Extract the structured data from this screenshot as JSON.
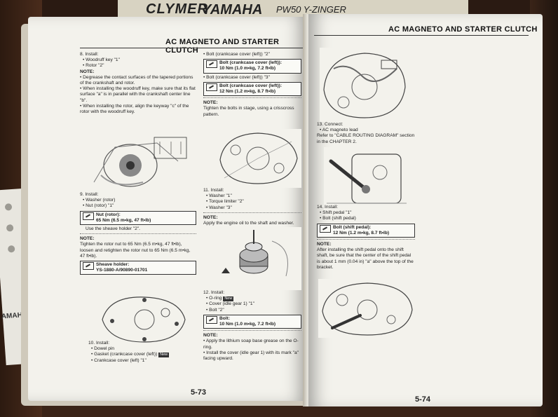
{
  "background_book": {
    "brand": "CLYMER",
    "brand2": "YAMAHA",
    "model": "PW50 Y-ZINGER"
  },
  "binder": {
    "label": "AMAHA"
  },
  "left_page": {
    "header": "AC MAGNETO AND STARTER CLUTCH",
    "page_number": "5-73",
    "col1": {
      "step8_title": "8. Install:",
      "step8_items": [
        "• Woodruff key \"1\"",
        "• Rotor \"2\""
      ],
      "note_label": "NOTE:",
      "step8_notes": [
        "• Degrease the contact surfaces of the tapered portions of the crankshaft and rotor.",
        "• When installing the woodruff key, make sure that its flat surface \"a\" is in parallel with the crankshaft center line \"b\".",
        "• When installing the rotor, align the keyway \"c\" of the rotor with the woodruff key."
      ],
      "step9_title": "9. Install:",
      "step9_items": [
        "• Washer (rotor)",
        "• Nut (rotor) \"1\""
      ],
      "nut_box_title": "Nut (rotor):",
      "nut_box_value": "65 Nm (6.5 m•kg, 47 ft•lb)",
      "use_sheave": "Use the sheave holder \"2\".",
      "note2_label": "NOTE:",
      "step9_note": "Tighten the rotor nut to 65 Nm (6.5 m•kg, 47 ft•lb), loosen and retighten the rotor nut to 65 Nm (6.5 m•kg, 47 ft•lb).",
      "sheave_box_title": "Sheave holder:",
      "sheave_box_value": "YS-1880-A/90890-01701",
      "step10_title": "10. Install:",
      "step10_items": [
        "• Dowel pin",
        "• Gasket (crankcase cover (left))",
        "• Crankcase cover (left) \"1\""
      ],
      "new_badge": "New"
    },
    "col2": {
      "bolt1_item": "• Bolt (crankcase cover (left)) \"2\"",
      "bolt1_box_title": "Bolt (crankcase cover (left)):",
      "bolt1_box_value": "10 Nm (1.0 m•kg, 7.2 ft•lb)",
      "bolt2_item": "• Bolt (crankcase cover (left)) \"3\"",
      "bolt2_box_title": "Bolt (crankcase cover (left)):",
      "bolt2_box_value": "12 Nm (1.2 m•kg, 8.7 ft•lb)",
      "note_label": "NOTE:",
      "bolt_note": "Tighten the bolts in stage, using a crisscross pattern.",
      "step11_title": "11. Install:",
      "step11_items": [
        "• Washer \"1\"",
        "• Torque limiter \"2\"",
        "• Washer \"3\""
      ],
      "note2_label": "NOTE:",
      "step11_note": "Apply the engine oil to the shaft and washer.",
      "step12_title": "12. Install:",
      "step12_items": [
        "• O-ring",
        "• Cover (idle gear 1) \"1\"",
        "• Bolt \"2\""
      ],
      "new_badge": "New",
      "bolt3_box_title": "Bolt:",
      "bolt3_box_value": "10 Nm (1.0 m•kg, 7.2 ft•lb)",
      "note3_label": "NOTE:",
      "step12_notes": [
        "• Apply the lithium soap base grease on the O-ring.",
        "• Install the cover (idle gear 1) with its mark \"a\" facing upward."
      ]
    }
  },
  "right_page": {
    "header": "AC MAGNETO AND STARTER CLUTCH",
    "page_number": "5-74",
    "step13_title": "13. Connect:",
    "step13_items": [
      "• AC magneto lead"
    ],
    "step13_ref": "Refer to \"CABLE ROUTING DIAGRAM\" section in the CHAPTER 2.",
    "step14_title": "14. Install:",
    "step14_items": [
      "• Shift pedal \"1\"",
      "• Bolt (shift pedal)"
    ],
    "shift_box_title": "Bolt (shift pedal):",
    "shift_box_value": "12 Nm (1.2 m•kg, 8.7 ft•lb)",
    "note_label": "NOTE:",
    "step14_note": "After installing the shift pedal onto the shift shaft, be sure that the center of the shift pedal is about 1 mm (0.04 in) \"a\" above the top of the bracket."
  },
  "colors": {
    "paper": "#f3f2ec",
    "ink": "#222222",
    "table": "#3a2418"
  }
}
